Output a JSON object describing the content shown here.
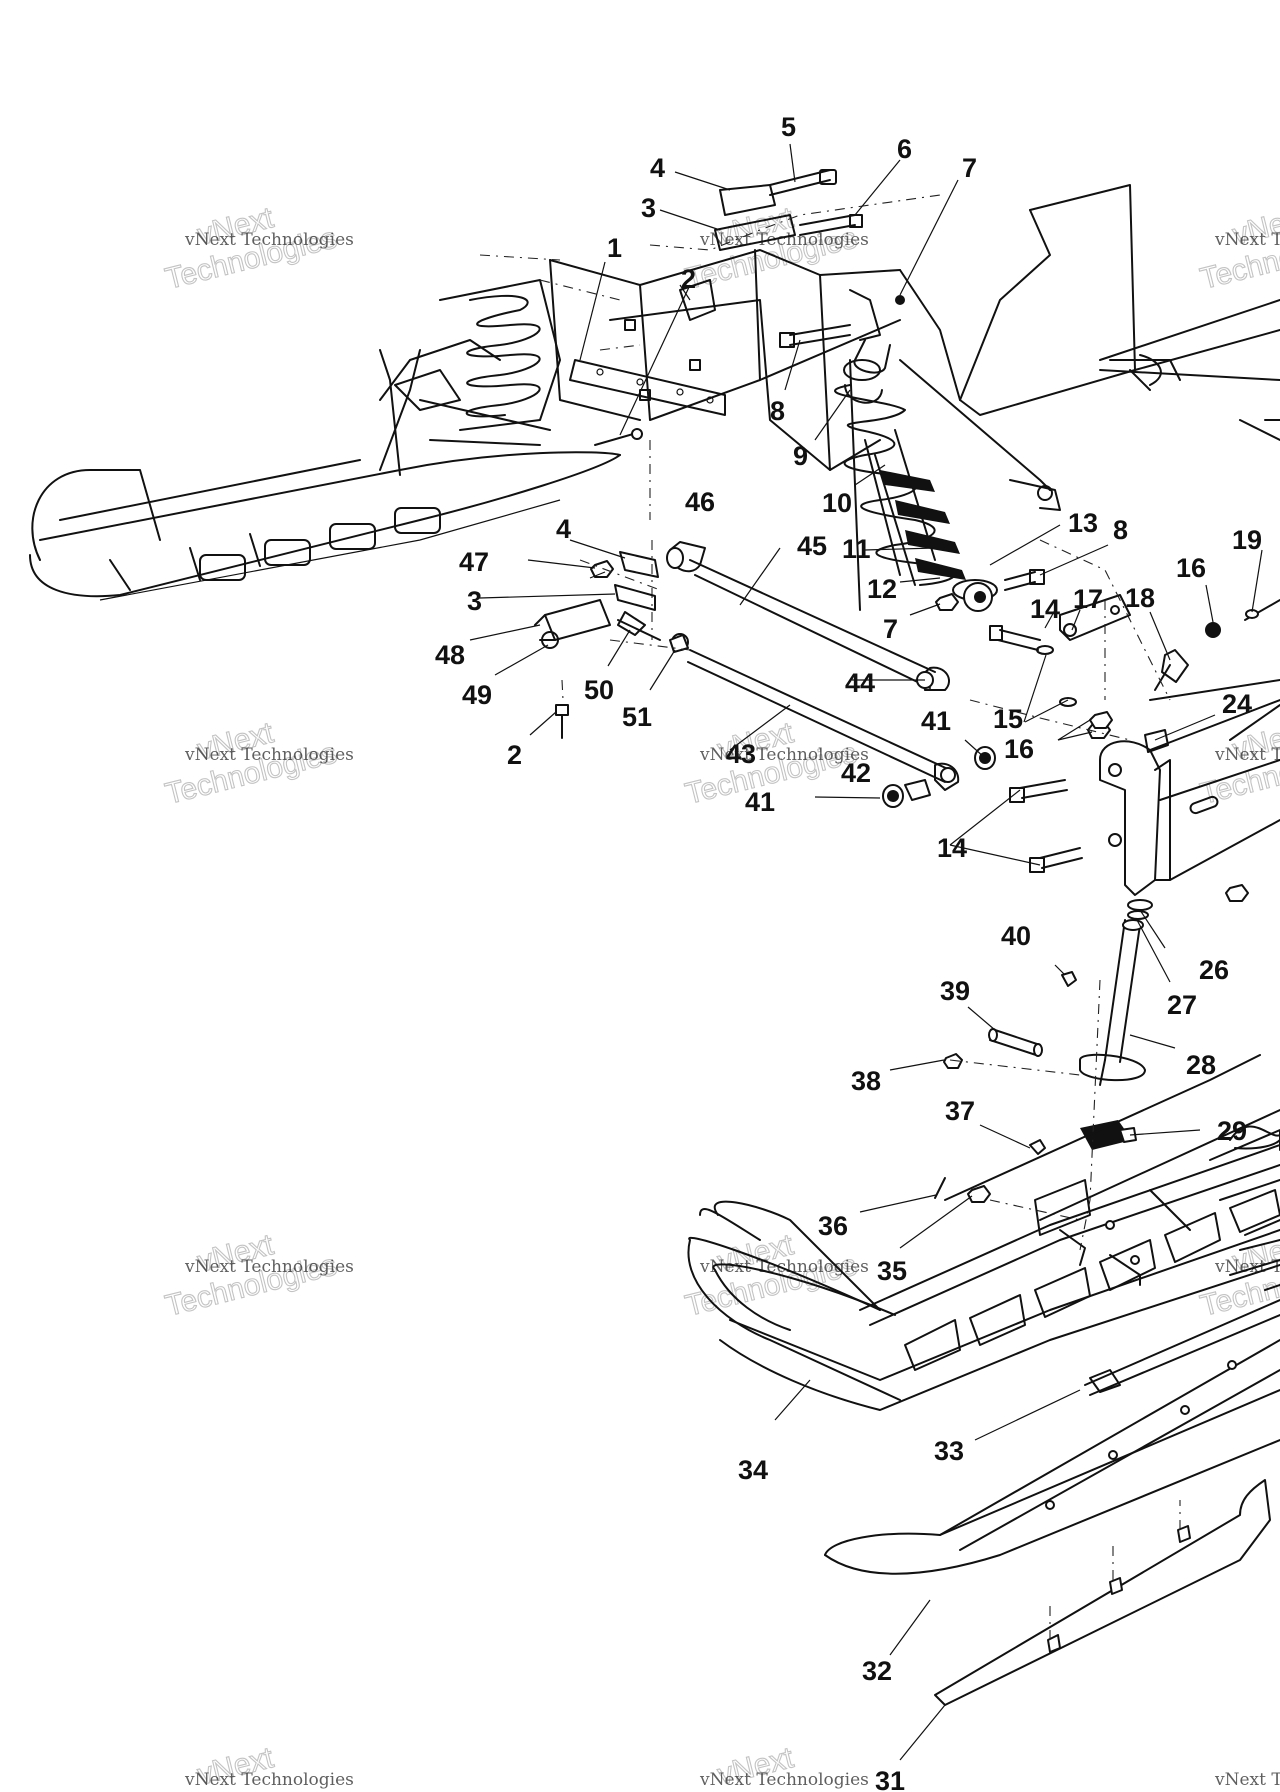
{
  "watermark": {
    "line1": "vNext Technologies",
    "line2": "Technologies",
    "line3": "vNext"
  },
  "callouts": [
    "1",
    "2",
    "3",
    "4",
    "5",
    "6",
    "7",
    "8",
    "9",
    "10",
    "11",
    "12",
    "13",
    "14",
    "15",
    "16",
    "17",
    "18",
    "19",
    "24",
    "26",
    "27",
    "28",
    "29",
    "31",
    "32",
    "33",
    "34",
    "35",
    "36",
    "37",
    "38",
    "39",
    "40",
    "41",
    "42",
    "43",
    "44",
    "45",
    "46",
    "47",
    "48",
    "49",
    "50",
    "51"
  ]
}
